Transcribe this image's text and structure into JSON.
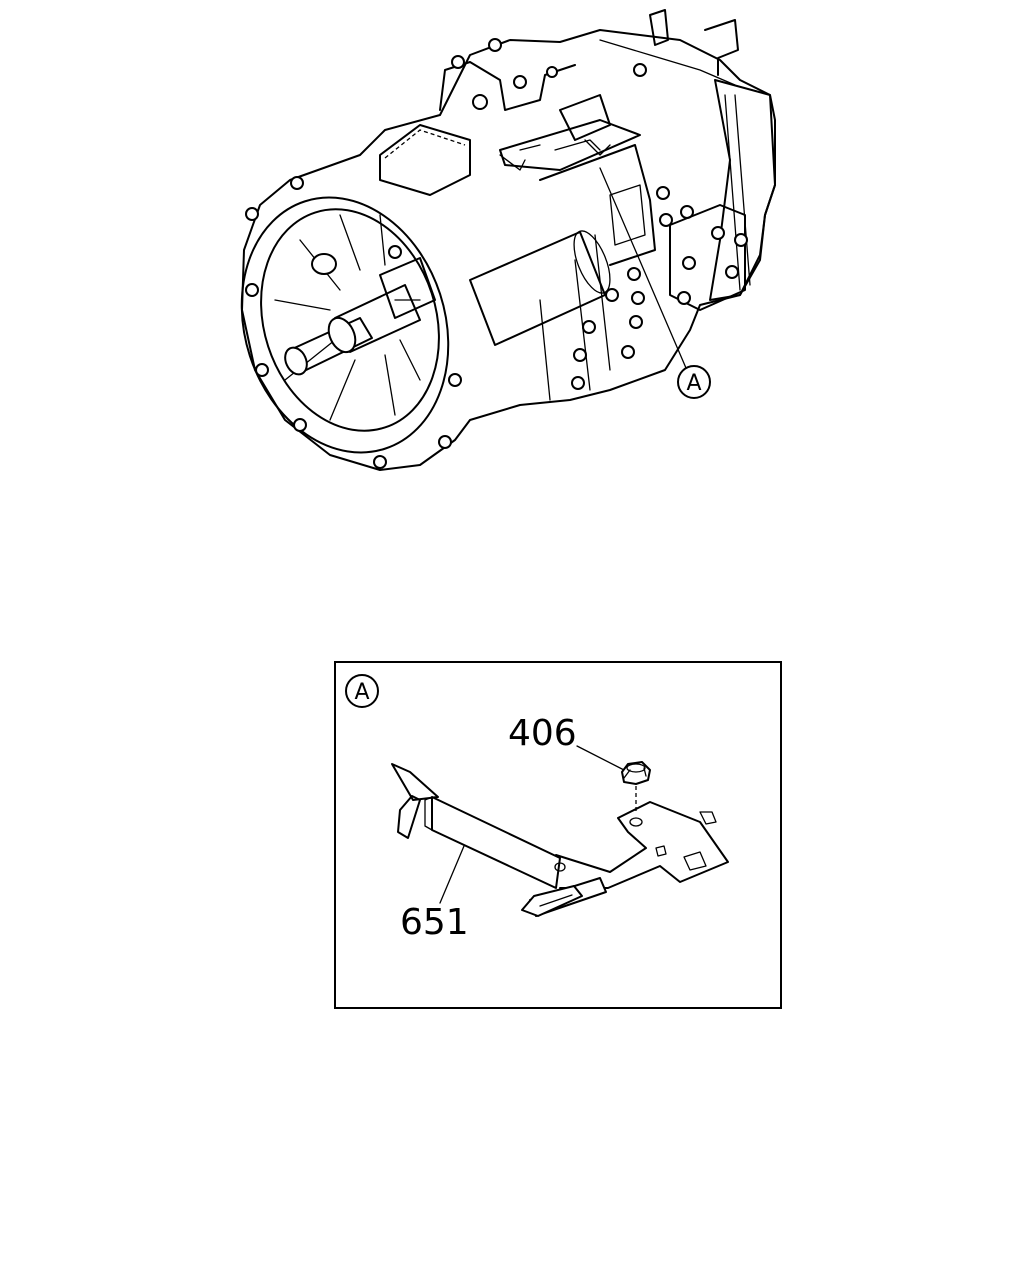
{
  "figure": {
    "callout_main": "A",
    "detail": {
      "callout": "A",
      "parts": [
        {
          "number": "406",
          "item": "nut"
        },
        {
          "number": "651",
          "item": "bracket"
        }
      ]
    }
  }
}
